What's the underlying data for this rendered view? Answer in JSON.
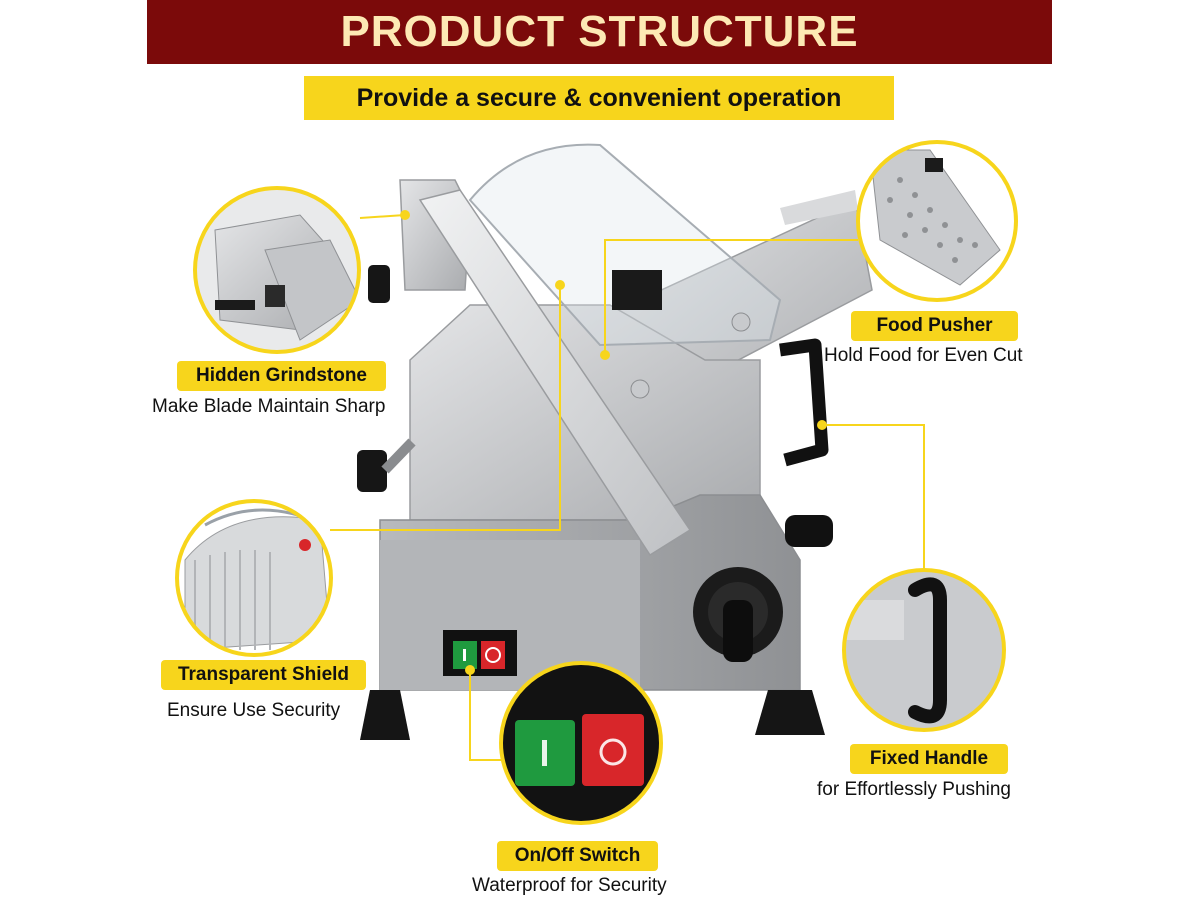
{
  "header": {
    "title": "PRODUCT STRUCTURE",
    "subtitle": "Provide a secure & convenient operation"
  },
  "features": [
    {
      "label": "Hidden Grindstone",
      "desc": "Make Blade Maintain Sharp"
    },
    {
      "label": "Food Pusher",
      "desc": "Hold Food for Even Cut"
    },
    {
      "label": "Transparent Shield",
      "desc": "Ensure Use Security"
    },
    {
      "label": "Fixed Handle",
      "desc": "for Effortlessly Pushing"
    },
    {
      "label": "On/Off Switch",
      "desc": "Waterproof for Security"
    }
  ],
  "colors": {
    "banner": "#7b0a0a",
    "banner_text": "#fde9b4",
    "accent_yellow": "#f7d51c",
    "machine_silver": "#c9cbce",
    "switch_on": "#1f9a3f",
    "switch_off": "#d8262a"
  },
  "icons": [
    "meat-slicer-image",
    "grindstone-zoom-image",
    "food-pusher-zoom-image",
    "shield-zoom-image",
    "handle-zoom-image",
    "switch-zoom-image"
  ]
}
